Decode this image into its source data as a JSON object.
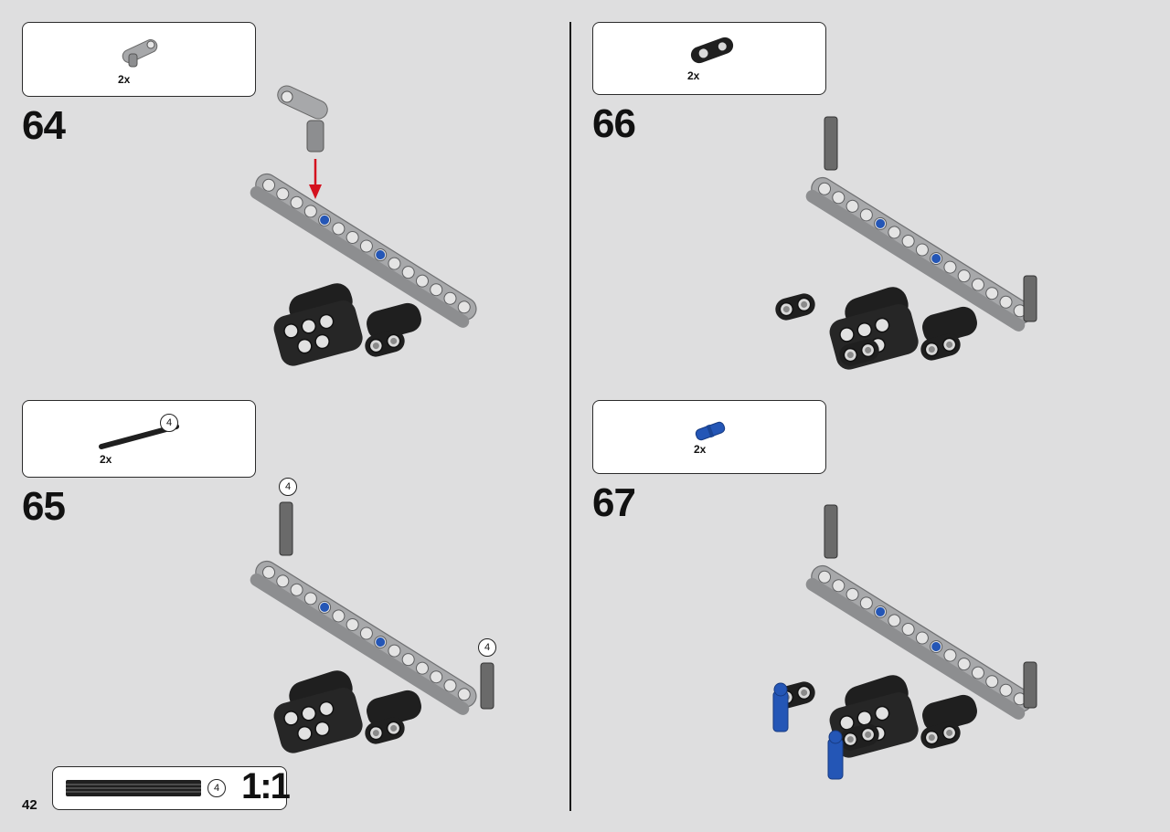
{
  "page": {
    "number": "42"
  },
  "steps": [
    {
      "number": "64",
      "callout": {
        "quantity": "2x",
        "part_icon": "grey-axle-connector-icon"
      }
    },
    {
      "number": "65",
      "callout": {
        "quantity": "2x",
        "part_icon": "black-axle-icon",
        "length": "4"
      },
      "axle_labels": [
        "4",
        "4"
      ]
    },
    {
      "number": "66",
      "callout": {
        "quantity": "2x",
        "part_icon": "black-double-pin-connector-icon"
      }
    },
    {
      "number": "67",
      "callout": {
        "quantity": "2x",
        "part_icon": "blue-pin-icon"
      }
    }
  ],
  "ruler": {
    "length": "4",
    "scale": "1:1"
  },
  "colors": {
    "background": "#dededf",
    "beam_grey": "#a7a8aa",
    "dark": "#1f1f1f",
    "blue": "#2456b6",
    "arrow": "#d4111e"
  }
}
